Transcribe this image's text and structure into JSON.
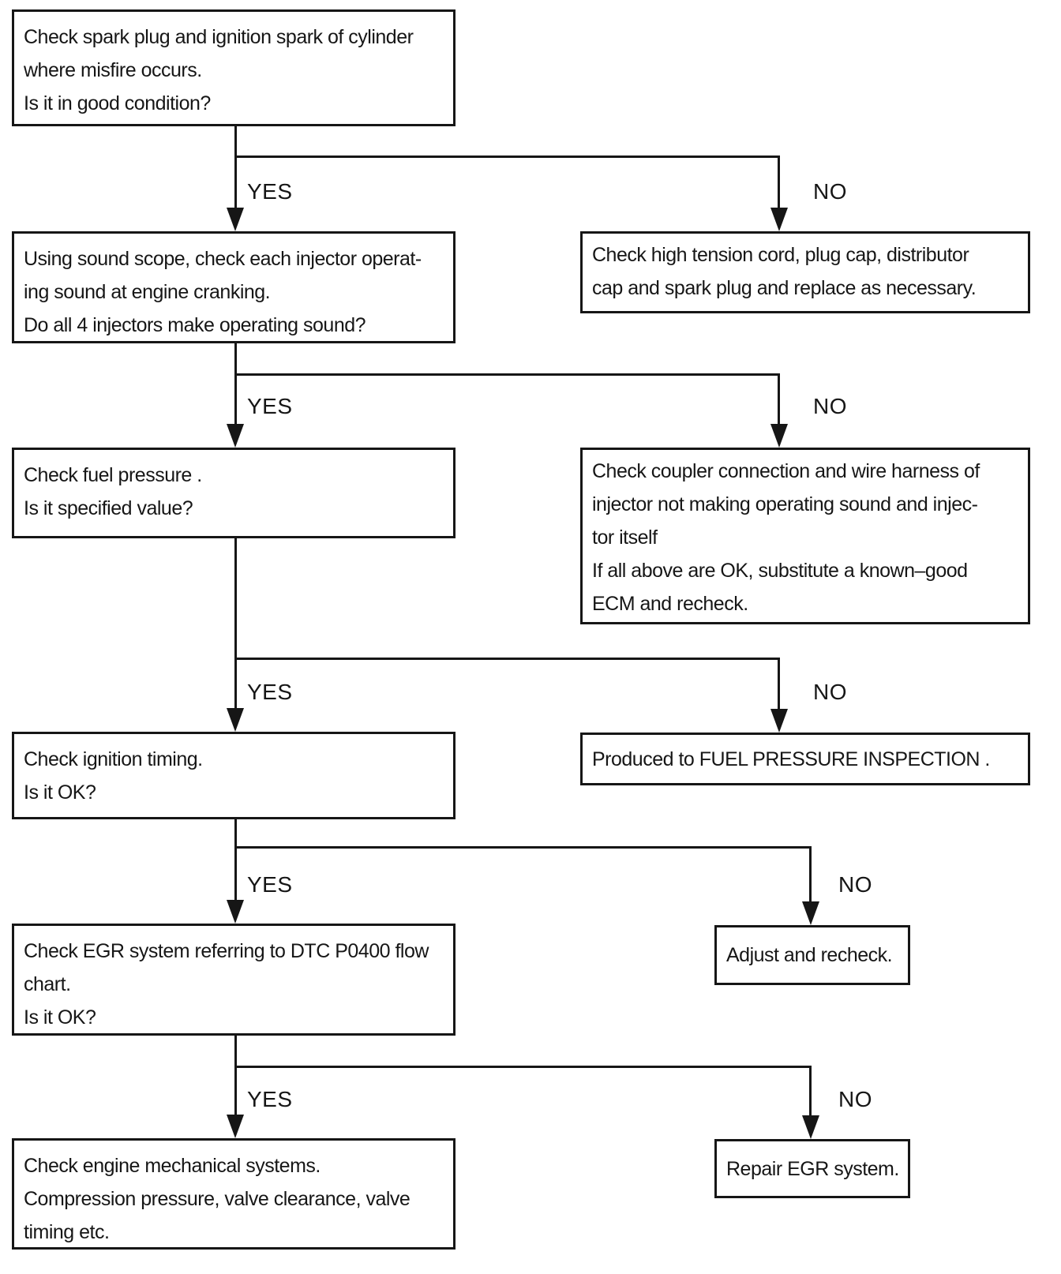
{
  "colors": {
    "background": "#ffffff",
    "ink": "#161616"
  },
  "flowchart": {
    "yes_label": "YES",
    "no_label": "NO",
    "nodes": {
      "spark_check": {
        "lines": [
          "Check spark plug and ignition spark of cylinder",
          "where misfire occurs.",
          "Is it in good condition?"
        ]
      },
      "injector_sound_check": {
        "lines": [
          "Using sound scope, check each injector operat-",
          "ing sound at engine cranking.",
          "Do all 4 injectors make operating sound?"
        ]
      },
      "fuel_pressure_check": {
        "lines": [
          "Check fuel pressure .",
          "Is it specified value?"
        ]
      },
      "ignition_timing_check": {
        "lines": [
          "Check ignition timing.",
          "Is it OK?"
        ]
      },
      "egr_check": {
        "lines": [
          "Check EGR system referring to DTC P0400 flow",
          "chart.",
          "Is it OK?"
        ]
      },
      "engine_mechanical": {
        "lines": [
          "Check engine mechanical systems.",
          "Compression pressure, valve clearance, valve",
          "timing etc."
        ]
      },
      "high_tension_fix": {
        "lines": [
          "Check high tension cord, plug cap, distributor",
          "cap and spark plug and replace as necessary."
        ]
      },
      "injector_harness_fix": {
        "lines": [
          "Check coupler connection and wire harness of",
          "injector not making operating sound and injec-",
          "tor itself",
          "If all above are OK, substitute a known–good",
          "ECM and recheck."
        ]
      },
      "fuel_pressure_inspection": {
        "lines": [
          "Produced to FUEL PRESSURE INSPECTION ."
        ]
      },
      "adjust_recheck": {
        "lines": [
          "Adjust and recheck."
        ]
      },
      "repair_egr": {
        "lines": [
          "Repair EGR system."
        ]
      }
    }
  }
}
